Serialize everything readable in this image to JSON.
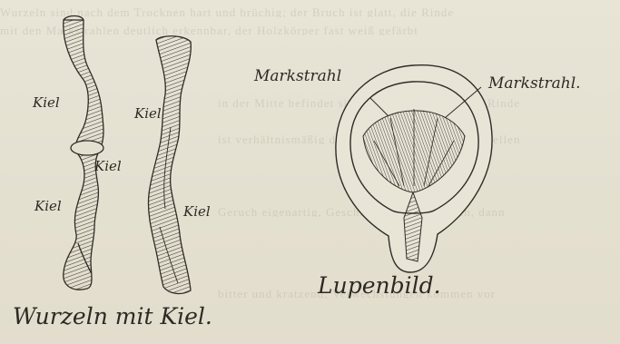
{
  "figure_left": {
    "labels": [
      "Kiel",
      "Kiel",
      "Kiel",
      "Kiel",
      "Kiel"
    ],
    "caption": "Wurzeln mit Kiel."
  },
  "figure_right": {
    "label_left": "Markstrahl",
    "label_right": "Markstrahl.",
    "caption": "Lupenbild."
  },
  "colors": {
    "paper": "#e6e2d3",
    "ink": "#2d2a24"
  }
}
